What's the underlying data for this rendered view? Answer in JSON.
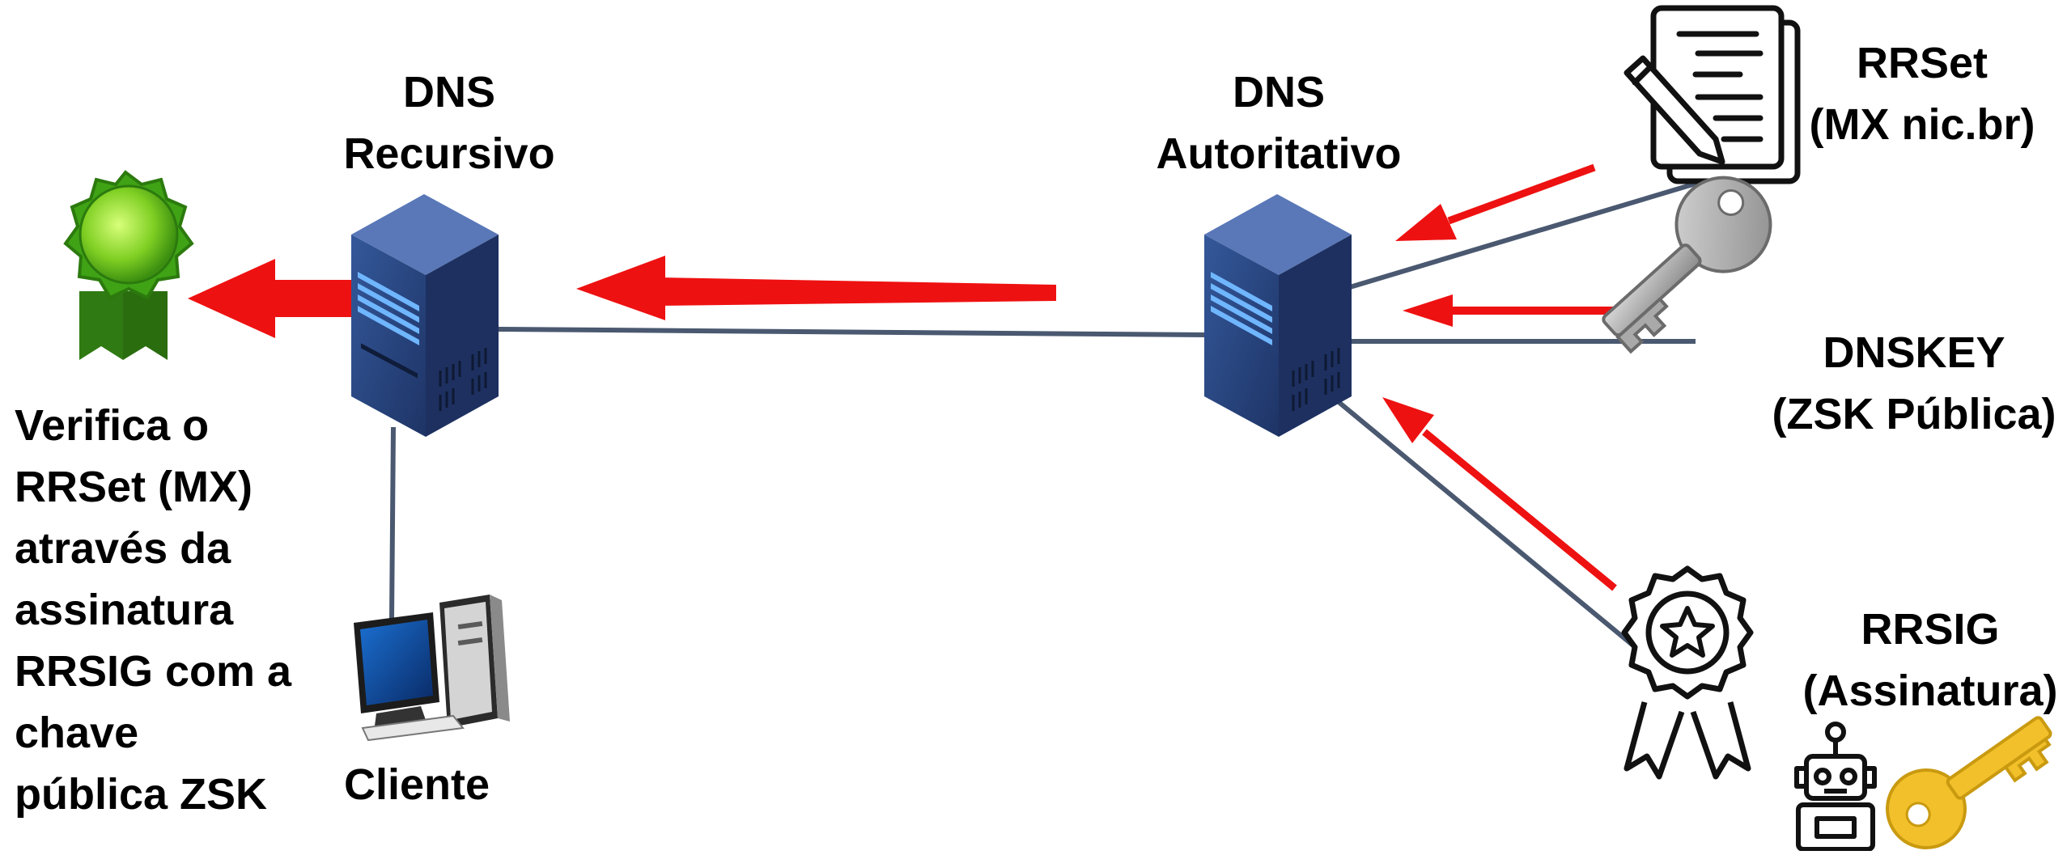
{
  "colors": {
    "arrow": "#ee1111",
    "line": "#4a5870",
    "server_front": "#2d4a86",
    "server_side": "#1d3060",
    "server_top": "#5a78b8",
    "server_light": "#6fb6ff",
    "seal_green": "#3fa315",
    "seal_core": "#9de83a",
    "key_gray": "#a9a9a9",
    "key_gold": "#f2c02a"
  },
  "icons": {
    "verified_seal": "verified-seal-icon",
    "recursive_server": "server-icon",
    "authoritative_server": "server-icon",
    "client_computer": "desktop-computer-icon",
    "rrset_document": "document-pen-icon",
    "dnskey": "key-icon",
    "rrsig_badge": "award-ribbon-icon",
    "robot": "robot-icon",
    "private_key": "gold-key-icon"
  },
  "labels": {
    "recursive": [
      "DNS",
      "Recursivo"
    ],
    "authoritative": [
      "DNS",
      "Autoritativo"
    ],
    "client": "Cliente",
    "rrset": [
      "RRSet",
      "(MX nic.br)"
    ],
    "dnskey": [
      "DNSKEY",
      "(ZSK Pública)"
    ],
    "rrsig": [
      "RRSIG",
      "(Assinatura)"
    ],
    "verify": [
      "Verifica o",
      "RRSet (MX)",
      "através da",
      "assinatura",
      "RRSIG com a",
      "chave",
      "pública ZSK"
    ]
  }
}
